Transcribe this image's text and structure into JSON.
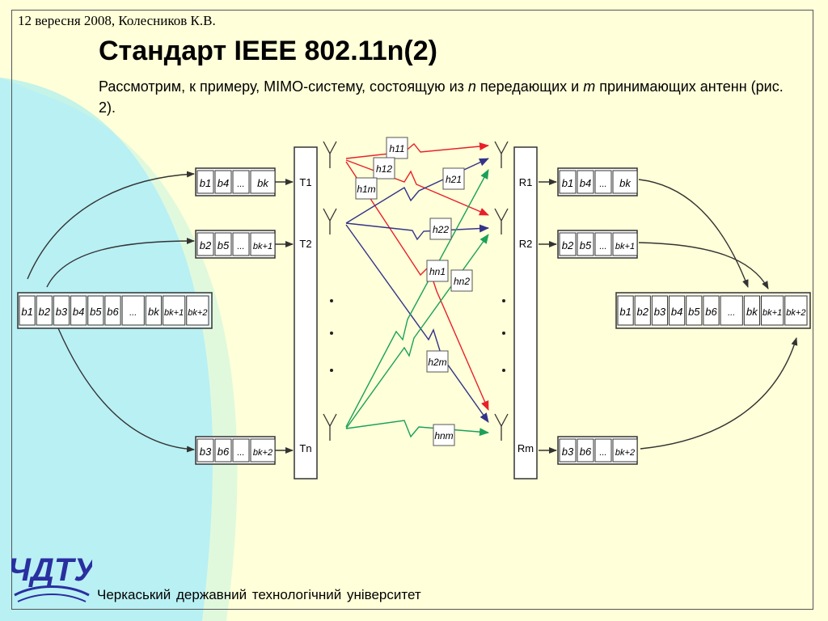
{
  "header": {
    "date_author": "12 вересня 2008, Колесников К.В."
  },
  "title": "Стандарт IEEE 802.11n(2)",
  "intro": {
    "part1": "Рассмотрим, к примеру, MIMO-систему, состоящую из ",
    "n": "n",
    "part2": " передающих и ",
    "m": "m",
    "part3": " принимающих антенн (рис. 2)."
  },
  "logo": {
    "text": "ЧДТУ"
  },
  "footer": {
    "university": "Черкаський  державний  технологічний університет"
  },
  "diagram": {
    "input_sequence": [
      "b1",
      "b2",
      "b3",
      "b4",
      "b5",
      "b6",
      "...",
      "bk",
      "bk+1",
      "bk+2"
    ],
    "output_sequence": [
      "b1",
      "b2",
      "b3",
      "b4",
      "b5",
      "b6",
      "...",
      "bk",
      "bk+1",
      "bk+2"
    ],
    "tx_streams": [
      [
        "b1",
        "b4",
        "...",
        "bk"
      ],
      [
        "b2",
        "b5",
        "...",
        "bk+1"
      ],
      [
        "b3",
        "b6",
        "...",
        "bk+2"
      ]
    ],
    "rx_streams": [
      [
        "b1",
        "b4",
        "...",
        "bk"
      ],
      [
        "b2",
        "b5",
        "...",
        "bk+1"
      ],
      [
        "b3",
        "b6",
        "...",
        "bk+2"
      ]
    ],
    "tx_labels": [
      "T1",
      "T2",
      "Tn"
    ],
    "rx_labels": [
      "R1",
      "R2",
      "Rm"
    ],
    "channel_labels": {
      "h11": "h11",
      "h12": "h12",
      "h1m": "h1m",
      "h21": "h21",
      "h22": "h22",
      "h2m": "h2m",
      "hn1": "hn1",
      "hn2": "hn2",
      "hnm": "hnm"
    },
    "colors": {
      "red": "#e8202a",
      "navy": "#33338a",
      "green": "#1aa05a",
      "box": "#333333"
    }
  }
}
